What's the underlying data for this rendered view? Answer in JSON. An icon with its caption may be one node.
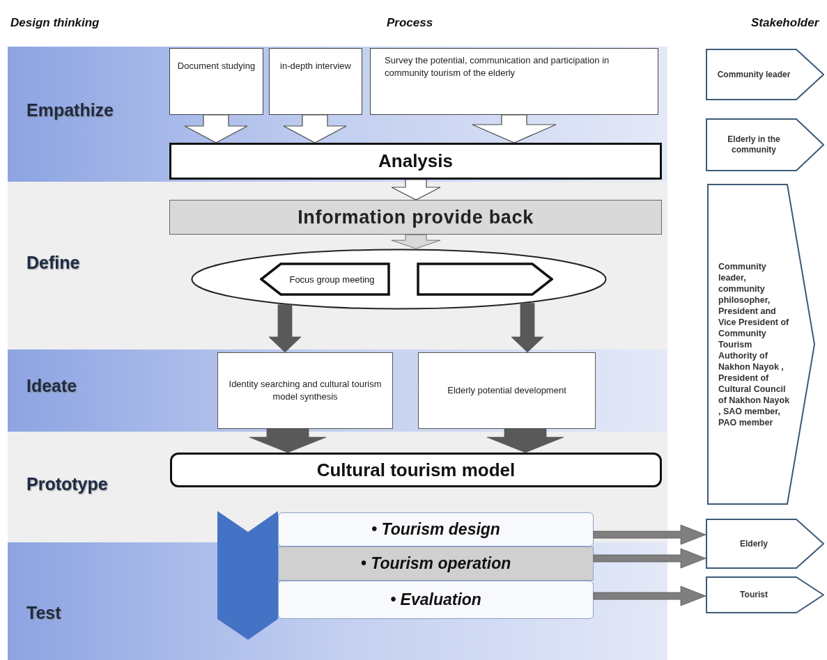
{
  "diagram": {
    "nodes": [
      {
        "text": [
          "Empathize"
        ]
      },
      {
        "text": [
          "Define"
        ]
      },
      {
        "text": [
          "Ideate"
        ]
      },
      {
        "text": [
          "Prototype"
        ]
      },
      {
        "text": [
          "Test"
        ]
      },
      {
        "text": [
          "Document studying"
        ],
        "in": 0
      },
      {
        "text": [
          "in-depth interview"
        ],
        "in": 0
      },
      {
        "text": [
          "Survey the potential, communication and participation in community tourism of the elderly"
        ],
        "in": 0
      },
      {
        "text": [
          "Analysis"
        ],
        "in": 0
      },
      {
        "text": [
          "Information provide back"
        ],
        "in": 1
      },
      {
        "text": [],
        "shape": "ellipse",
        "in": 1
      },
      {
        "text": [
          "Focus group meeting"
        ],
        "in": 10
      },
      {
        "text": [],
        "shape": "pentagon",
        "in": 10
      },
      {
        "text": [
          "Identity searching and cultural tourism model synthesis"
        ],
        "in": 2
      },
      {
        "text": [
          "Elderly potential development"
        ],
        "in": 2
      },
      {
        "text": [
          "Cultural tourism model"
        ],
        "in": 3
      },
      {
        "text": [
          "• Tourism design"
        ]
      },
      {
        "text": [
          "• Tourism operation"
        ],
        "in": 4
      },
      {
        "text": [
          "• Evaluation"
        ],
        "in": 4
      },
      {
        "text": [
          "Community leader"
        ]
      },
      {
        "text": [
          "Elderly in the community"
        ]
      },
      {
        "text": [
          "Community leader, community philosopher, President and Vice President of Community Tourism Authority of Nakhon Nayok , President of Cultural Council of Nakhon Nayok , SAO member, PAO member"
        ]
      },
      {
        "text": [
          "Elderly"
        ]
      },
      {
        "text": [
          "Tourist"
        ]
      }
    ],
    "edges": [
      {
        "from": 5,
        "to": 8,
        "arrow": "to"
      },
      {
        "from": 6,
        "to": 8,
        "arrow": "to"
      },
      {
        "from": 7,
        "to": 8,
        "arrow": "to"
      },
      {
        "from": 8,
        "to": 9,
        "arrow": "to"
      },
      {
        "from": 9,
        "to": 10,
        "arrow": "to",
        "color": "#d9d9d9"
      },
      {
        "from": 10,
        "to": 13,
        "arrow": "to",
        "color": "#595959"
      },
      {
        "from": 10,
        "to": 14,
        "arrow": "to",
        "color": "#595959"
      },
      {
        "from": 13,
        "to": 15,
        "arrow": "to",
        "color": "#595959"
      },
      {
        "from": 14,
        "to": 15,
        "arrow": "to",
        "color": "#595959"
      },
      {
        "from": 16,
        "to": 22,
        "arrow": "to",
        "color": "#7f7f7f"
      },
      {
        "from": 17,
        "to": 22,
        "arrow": "to",
        "color": "#7f7f7f"
      },
      {
        "from": 18,
        "to": 23,
        "arrow": "to",
        "color": "#7f7f7f"
      }
    ],
    "labels": [
      "Design thinking",
      "Process",
      "Stakeholder"
    ]
  }
}
